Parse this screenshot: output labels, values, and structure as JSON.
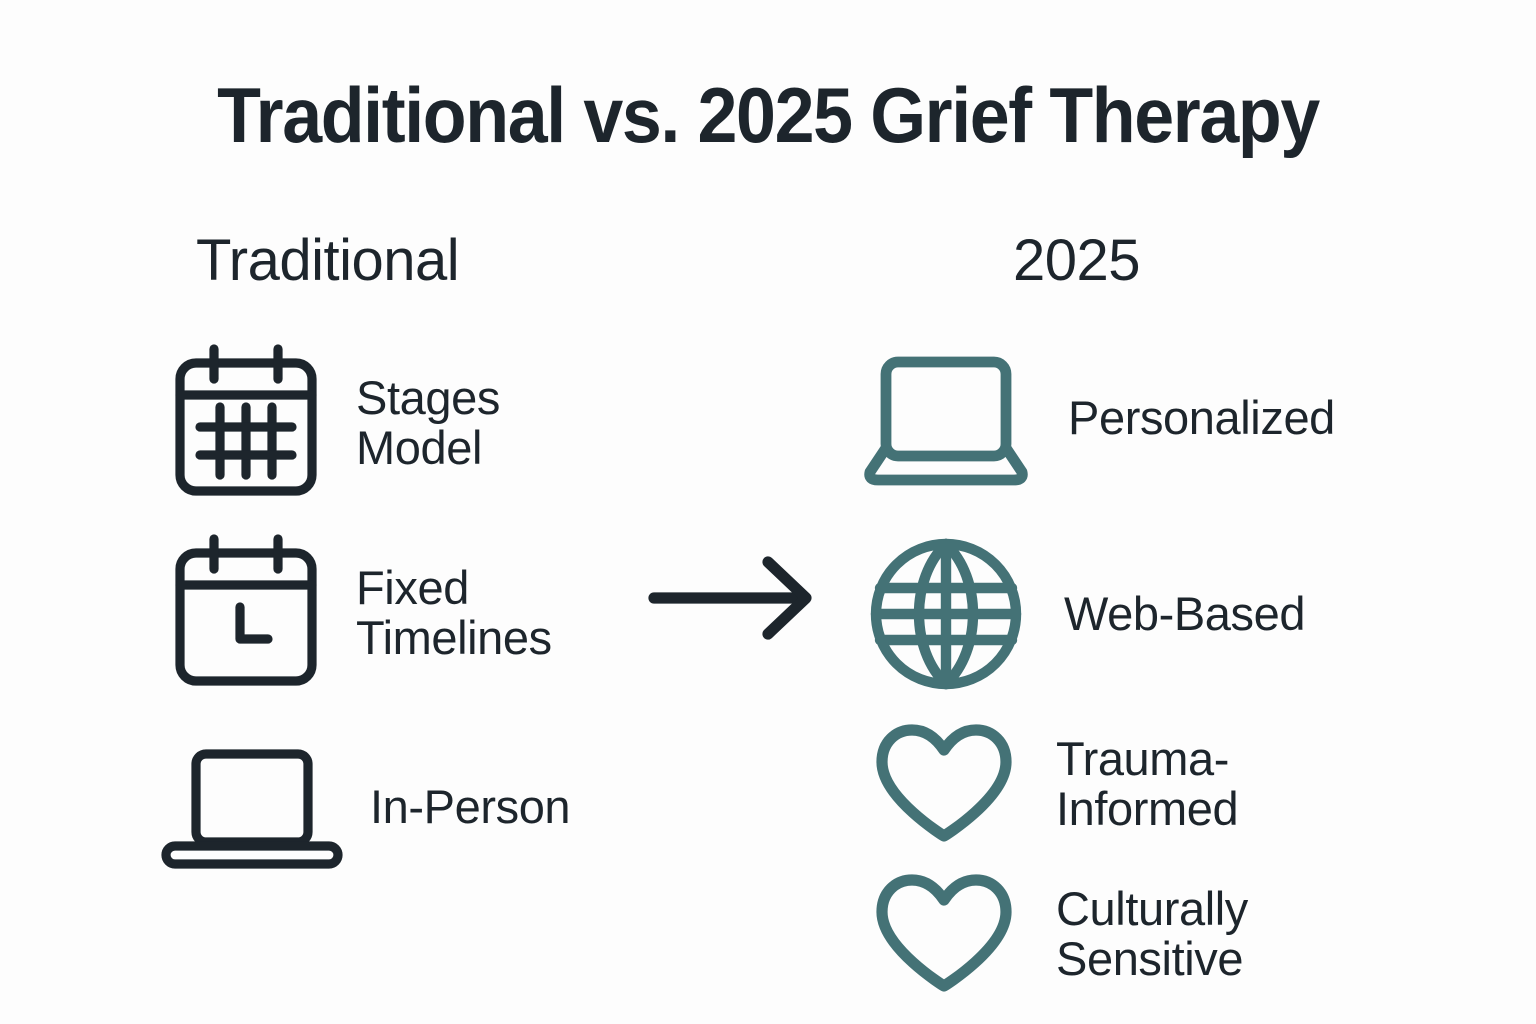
{
  "page": {
    "title": "Traditional vs. 2025 Grief Therapy",
    "background_color": "#fdfdfd",
    "dark_color": "#1d252c",
    "accent_color": "#447276"
  },
  "columns": {
    "left": {
      "heading": "Traditional",
      "items": [
        {
          "icon": "calendar-grid-icon",
          "label": "Stages\nModel",
          "color": "#1d252c"
        },
        {
          "icon": "calendar-clock-icon",
          "label": "Fixed\nTimelines",
          "color": "#1d252c"
        },
        {
          "icon": "laptop-icon",
          "label": "In-Person",
          "color": "#1d252c"
        }
      ]
    },
    "right": {
      "heading": "2025",
      "items": [
        {
          "icon": "laptop-icon",
          "label": "Personalized",
          "color": "#447276"
        },
        {
          "icon": "globe-icon",
          "label": "Web-Based",
          "color": "#447276"
        },
        {
          "icon": "heart-icon",
          "label": "Trauma-\nInformed",
          "color": "#447276"
        },
        {
          "icon": "heart-icon",
          "label": "Culturally\nSensitive",
          "color": "#447276"
        }
      ]
    }
  },
  "connector": {
    "icon": "arrow-right-icon",
    "direction": "right",
    "color": "#1d252c"
  }
}
